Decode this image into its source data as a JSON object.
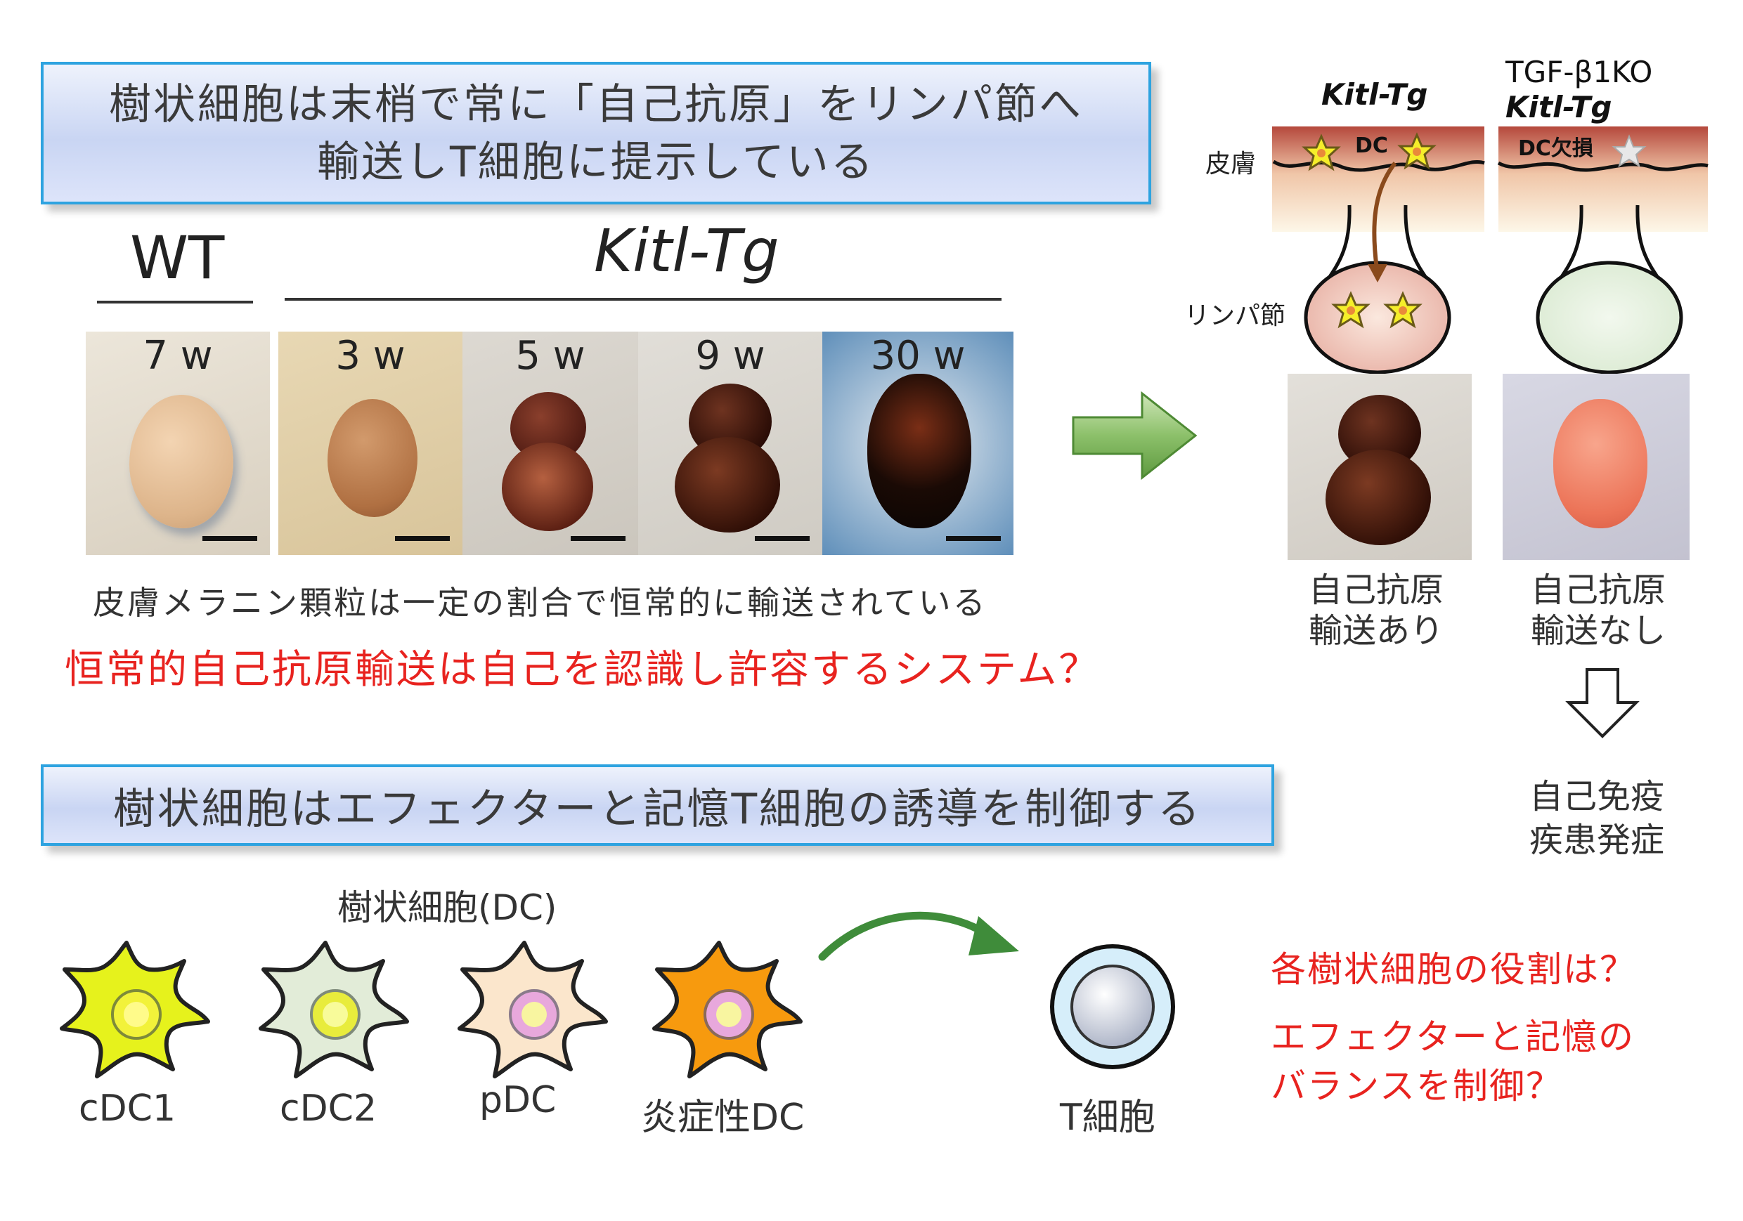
{
  "banner_top": {
    "line1": "樹状細胞は末梢で常に「自己抗原」をリンパ節へ",
    "line2": "輸送しT細胞に提示している"
  },
  "groups": {
    "wt": "WT",
    "kitl": "Kitl-Tg"
  },
  "photos": [
    {
      "label": "7 w",
      "group": "WT"
    },
    {
      "label": "3 w",
      "group": "Kitl-Tg"
    },
    {
      "label": "5 w",
      "group": "Kitl-Tg"
    },
    {
      "label": "9 w",
      "group": "Kitl-Tg"
    },
    {
      "label": "30 w",
      "group": "Kitl-Tg"
    }
  ],
  "caption_melanin": "皮膚メラニン顆粒は一定の割合で恒常的に輸送されている",
  "question_tolerance": "恒常的自己抗原輸送は自己を認識し許容するシステム？",
  "schematic": {
    "col1_title": "Kitl-Tg",
    "col2_title_line1": "TGF-β1KO",
    "col2_title_line2": "Kitl-Tg",
    "skin_label": "皮膚",
    "lymph_label": "リンパ節",
    "dc_label": "DC",
    "dc_missing_label": "DC欠損",
    "result1_line1": "自己抗原",
    "result1_line2": "輸送あり",
    "result2_line1": "自己抗原",
    "result2_line2": "輸送なし",
    "outcome_line1": "自己免疫",
    "outcome_line2": "疾患発症"
  },
  "banner_bottom": "樹状細胞はエフェクターと記憶T細胞の誘導を制御する",
  "dc_group_label": "樹状細胞(DC)",
  "dc_types": [
    {
      "label": "cDC1",
      "body_color": "#e6f21c",
      "nucleus_color": "#f2f23a"
    },
    {
      "label": "cDC2",
      "body_color": "#e2ecd8",
      "nucleus_color": "#e8ec3c"
    },
    {
      "label": "pDC",
      "body_color": "#fbe6cc",
      "nucleus_color": "#e8a8dc"
    },
    {
      "label": "炎症性DC",
      "body_color": "#f79a0e",
      "nucleus_color": "#e8a8dc"
    }
  ],
  "t_cell_label": "T細胞",
  "questions_right": {
    "q1": "各樹状細胞の役割は？",
    "q2_line1": "エフェクターと記憶の",
    "q2_line2": "バランスを制御？"
  },
  "colors": {
    "banner_border": "#2ea3e0",
    "question_red": "#e8231f",
    "arrow_green": "#6aa54a",
    "curve_green": "#3f8c3a",
    "dc_star_yellow": "#f5ee2a"
  }
}
